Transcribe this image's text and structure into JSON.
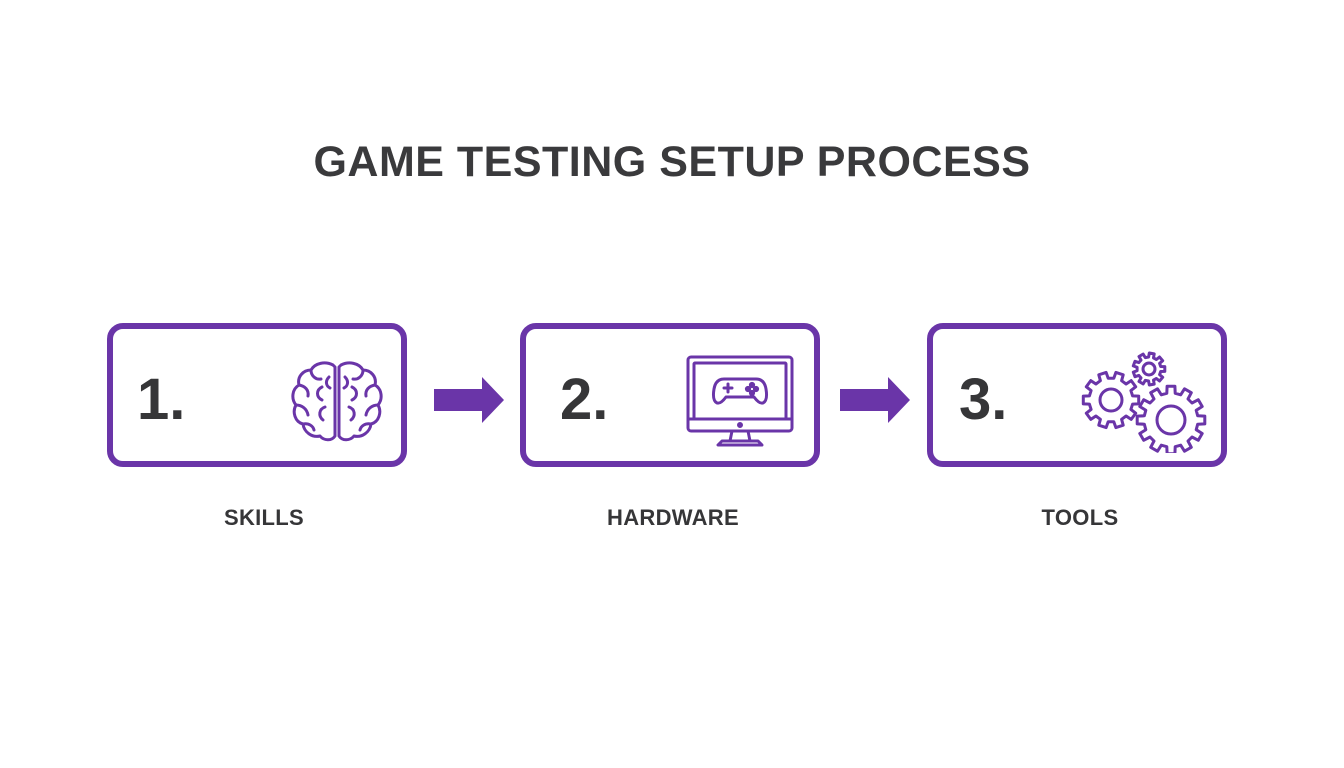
{
  "title": "GAME TESTING SETUP PROCESS",
  "accent_color": "#6a35a8",
  "steps": [
    {
      "number": "1.",
      "label": "SKILLS",
      "icon": "brain-icon"
    },
    {
      "number": "2.",
      "label": "HARDWARE",
      "icon": "game-monitor-icon"
    },
    {
      "number": "3.",
      "label": "TOOLS",
      "icon": "gears-icon"
    }
  ],
  "connectors": [
    "arrow-right-icon",
    "arrow-right-icon"
  ]
}
